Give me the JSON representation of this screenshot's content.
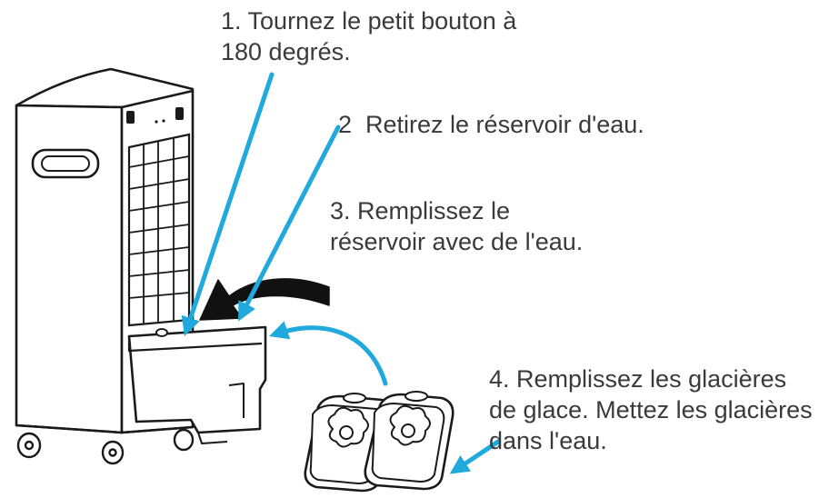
{
  "steps": [
    {
      "lines": [
        "1. Tournez le petit bouton à",
        "180 degrés."
      ]
    },
    {
      "lines": [
        "2  Retirez le réservoir d'eau."
      ]
    },
    {
      "lines": [
        "3. Remplissez le",
        "réservoir avec de l'eau."
      ]
    },
    {
      "lines": [
        "4. Remplissez les glacières",
        "de glace. Mettez les glacières",
        "dans l'eau."
      ]
    }
  ],
  "colors": {
    "arrow": "#1fa9dc",
    "line_art": "#1a1a1a",
    "text": "#3a3a3a",
    "background": "#ffffff"
  }
}
